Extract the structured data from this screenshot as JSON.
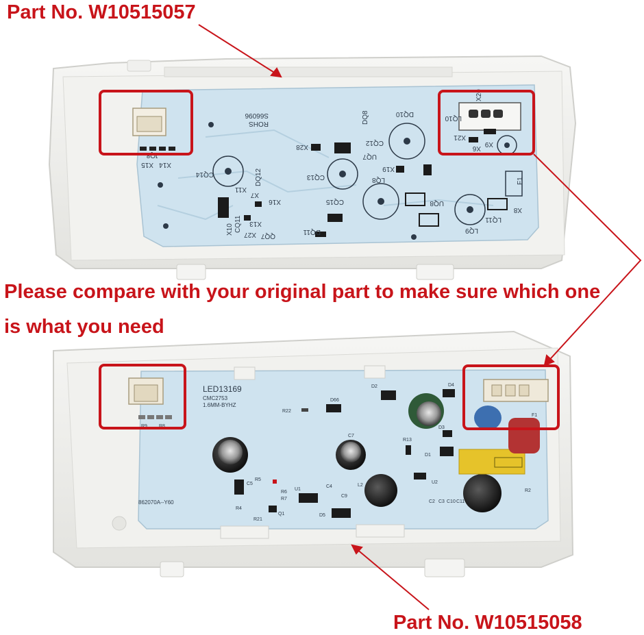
{
  "labels": {
    "top_part": "Part No. W10515057",
    "bottom_part": "Part No. W10515058",
    "note_line1": "Please compare with your original part to make sure which one",
    "note_line2": "is what you need"
  },
  "top_board": {
    "silkscreen": [
      "ROHS",
      "S66096",
      "JQ8",
      "X15",
      "X14",
      "CQ14",
      "CQ13",
      "CQ12",
      "DQ10",
      "UQ7",
      "X28",
      "X19",
      "LQ8",
      "LQ9",
      "UQ8",
      "CQ15",
      "DQ11",
      "LQ10",
      "X21",
      "X9",
      "LQ11",
      "X8",
      "X10",
      "X11",
      "X7",
      "X16",
      "X13",
      "CQ11",
      "X27",
      "QQ7",
      "DQ12",
      "DQ8",
      "X20",
      "X6",
      "F1"
    ]
  },
  "bottom_board": {
    "silkscreen": [
      "LED13169",
      "CMC2753",
      "1.6MM-BYHZ",
      "R22",
      "D66",
      "D2",
      "D4",
      "R9",
      "R8",
      "C7",
      "R13",
      "D1",
      "D3",
      "R5",
      "R6",
      "R7",
      "D5",
      "C5",
      "C4",
      "C9",
      "U1",
      "U2",
      "L2",
      "R4",
      "R21",
      "Q1",
      "C2",
      "C3",
      "C10",
      "C11",
      "R2",
      "F1",
      "862070A--Y60"
    ]
  },
  "colors": {
    "annotation_red": "#c8141a",
    "pcb_blue": "#cfe3ef",
    "housing": "#efefec"
  }
}
